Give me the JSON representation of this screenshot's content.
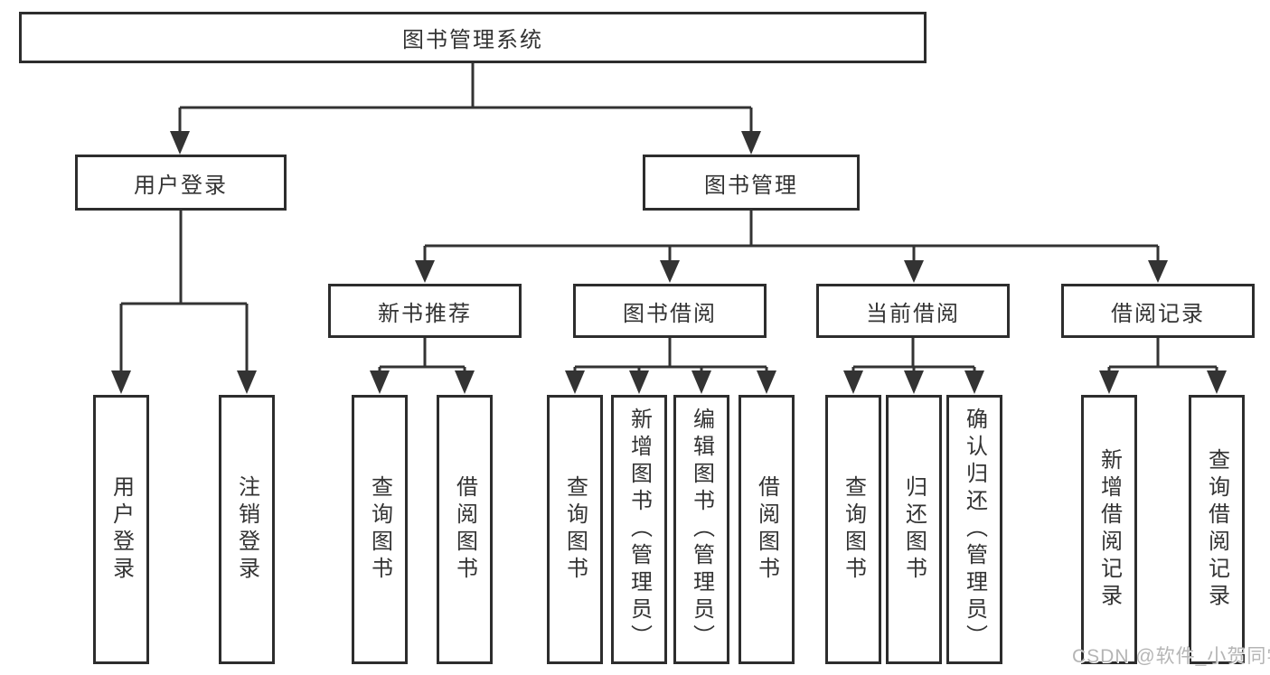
{
  "diagram": {
    "root": {
      "label": "图书管理系统"
    },
    "branches": {
      "user_login": {
        "label": "用户登录",
        "children": {
          "login": {
            "label": "用户登录"
          },
          "logout": {
            "label": "注销登录"
          }
        }
      },
      "book_management": {
        "label": "图书管理",
        "children": {
          "new_book_recommend": {
            "label": "新书推荐",
            "children": {
              "query_books": {
                "label": "查询图书"
              },
              "borrow_books": {
                "label": "借阅图书"
              }
            }
          },
          "book_borrowing": {
            "label": "图书借阅",
            "children": {
              "query_books": {
                "label": "查询图书"
              },
              "add_books_admin": {
                "label": "新增图书（管理员）"
              },
              "edit_books_admin": {
                "label": "编辑图书（管理员）"
              },
              "borrow_books": {
                "label": "借阅图书"
              }
            }
          },
          "current_borrowing": {
            "label": "当前借阅",
            "children": {
              "query_books": {
                "label": "查询图书"
              },
              "return_books": {
                "label": "归还图书"
              },
              "confirm_return_admin": {
                "label": "确认归还（管理员）"
              }
            }
          },
          "borrowing_records": {
            "label": "借阅记录",
            "children": {
              "add_record": {
                "label": "新增借阅记录"
              },
              "query_record": {
                "label": "查询借阅记录"
              }
            }
          }
        }
      }
    }
  },
  "watermark": {
    "text": "CSDN @软件_小贺同学"
  },
  "colors": {
    "line": "#333333",
    "box_border": "#2d2d2d",
    "text": "#333333",
    "watermark": "#b5b5b5",
    "background": "#ffffff"
  }
}
